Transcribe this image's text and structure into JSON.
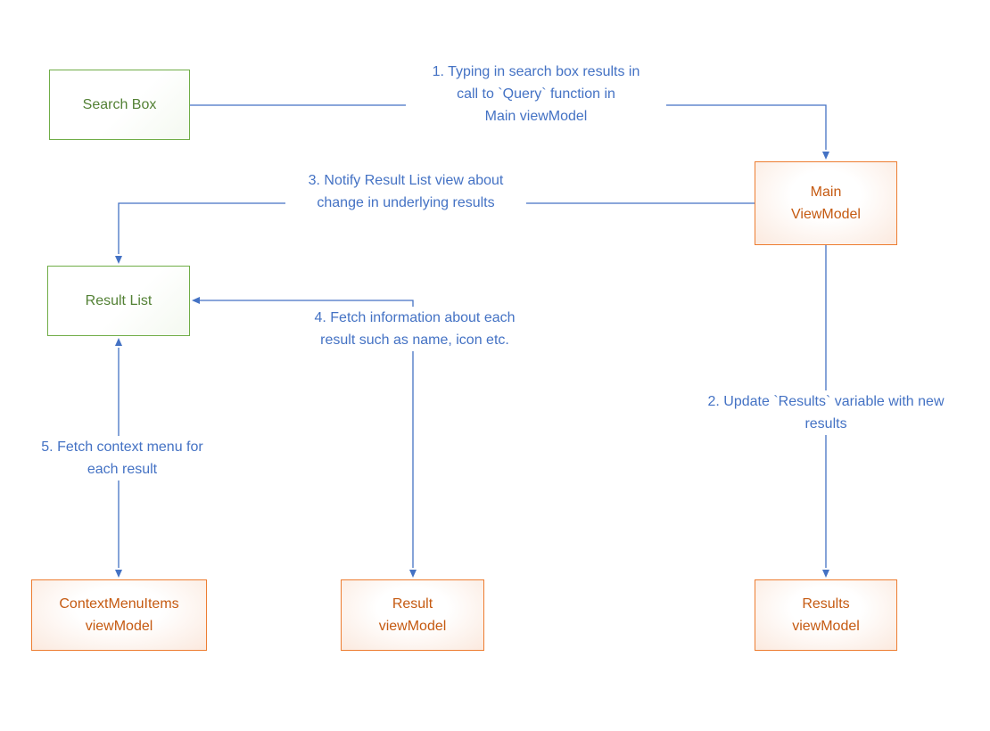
{
  "diagram": {
    "type": "flow-diagram",
    "colors": {
      "connector_blue": "#4472C4",
      "green_border": "#70AD47",
      "green_text": "#538135",
      "orange_border": "#ED7D31",
      "orange_text": "#C55A11"
    },
    "nodes": {
      "search_box": {
        "label": "Search Box"
      },
      "main_viewmodel": {
        "label": "Main\nViewModel"
      },
      "result_list": {
        "label": "Result List"
      },
      "contextmenuitems_viewmodel": {
        "label": "ContextMenuItems\nviewModel"
      },
      "result_viewmodel": {
        "label": "Result\nviewModel"
      },
      "results_viewmodel": {
        "label": "Results\nviewModel"
      }
    },
    "edges": {
      "edge1": {
        "label": "1. Typing in search box results in\ncall to `Query` function in\nMain viewModel"
      },
      "edge2": {
        "label": "2. Update `Results` variable with new\nresults"
      },
      "edge3": {
        "label": "3. Notify Result List view about\nchange in underlying results"
      },
      "edge4": {
        "label": "4. Fetch information about each\nresult such as name, icon etc."
      },
      "edge5": {
        "label": "5. Fetch context menu for\neach result"
      }
    }
  }
}
